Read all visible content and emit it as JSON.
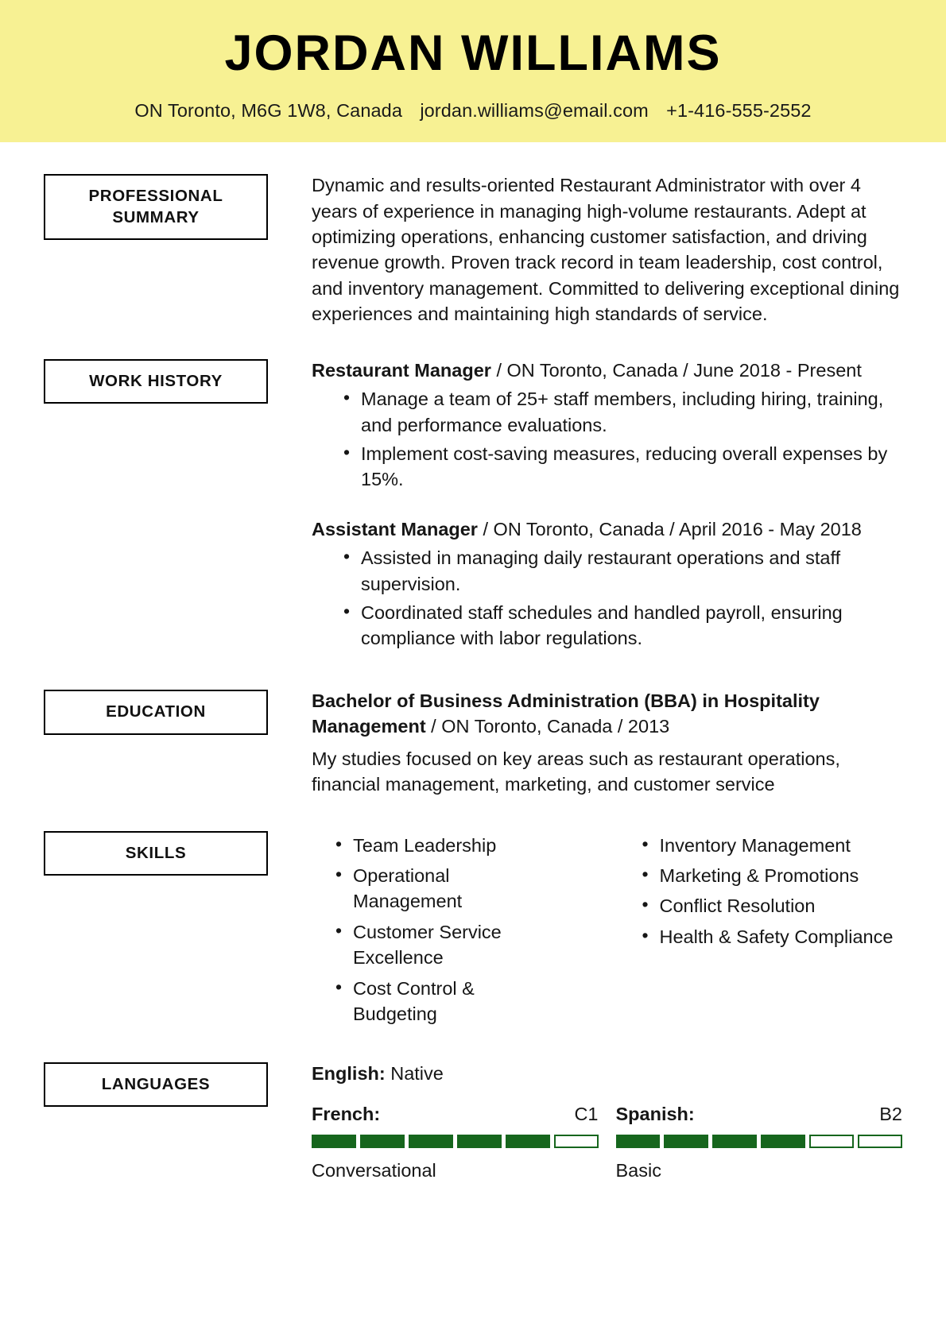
{
  "header": {
    "name": "JORDAN WILLIAMS",
    "location": "ON Toronto, M6G 1W8, Canada",
    "email": "jordan.williams@email.com",
    "phone": "+1-416-555-2552",
    "background_color": "#f7f193"
  },
  "sections": {
    "summary": {
      "label": "PROFESSIONAL SUMMARY",
      "label_line1": "PROFESSIONAL",
      "label_line2": "SUMMARY",
      "text": "Dynamic and results-oriented Restaurant Administrator with over 4 years of experience in managing high-volume restaurants. Adept at optimizing operations, enhancing customer satisfaction, and driving revenue growth. Proven track record in team leadership, cost control, and inventory management. Committed to delivering exceptional dining experiences and maintaining high standards of service."
    },
    "work_history": {
      "label": "WORK HISTORY",
      "entries": [
        {
          "title": "Restaurant Manager",
          "meta": " / ON Toronto, Canada / June 2018 - Present",
          "bullets": [
            "Manage a team of 25+ staff members, including hiring, training, and performance evaluations.",
            "Implement cost-saving measures, reducing overall expenses by 15%."
          ]
        },
        {
          "title": "Assistant Manager",
          "meta": " / ON Toronto, Canada / April 2016 - May 2018",
          "bullets": [
            "Assisted in managing daily restaurant operations and staff supervision.",
            "Coordinated staff schedules and handled payroll, ensuring compliance with labor regulations."
          ]
        }
      ]
    },
    "education": {
      "label": "EDUCATION",
      "degree": "Bachelor of Business Administration (BBA) in Hospitality Management",
      "meta": " / ON Toronto, Canada / 2013",
      "description": "My studies focused on key areas such as restaurant operations, financial management, marketing, and customer service"
    },
    "skills": {
      "label": "SKILLS",
      "column_left": [
        "Team Leadership",
        "Operational Management",
        "Customer Service Excellence",
        "Cost Control & Budgeting"
      ],
      "column_right": [
        "Inventory Management",
        "Marketing & Promotions",
        "Conflict Resolution",
        "Health & Safety Compliance"
      ]
    },
    "languages": {
      "label": "LANGUAGES",
      "native": {
        "name": "English:",
        "level": "Native"
      },
      "bar_color": "#16661d",
      "items": [
        {
          "name": "French:",
          "level": "C1",
          "description": "Conversational",
          "segments_total": 6,
          "segments_filled": 5
        },
        {
          "name": "Spanish:",
          "level": "B2",
          "description": "Basic",
          "segments_total": 6,
          "segments_filled": 4
        }
      ]
    }
  }
}
